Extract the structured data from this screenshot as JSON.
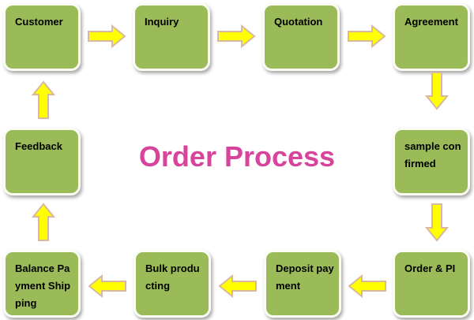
{
  "title": "Order Process",
  "steps": [
    {
      "label": "Customer"
    },
    {
      "label": "Inquiry"
    },
    {
      "label": "Quotation"
    },
    {
      "label": "Agreement"
    },
    {
      "label": "sample confirmed"
    },
    {
      "label": "Order & PI"
    },
    {
      "label": "Deposit payment"
    },
    {
      "label": "Bulk producting"
    },
    {
      "label": "Balance Payment Shipping"
    },
    {
      "label": "Feedback"
    }
  ],
  "colors": {
    "box": "#9bbb59",
    "arrow": "#ffff00",
    "title": "#d6449c"
  }
}
